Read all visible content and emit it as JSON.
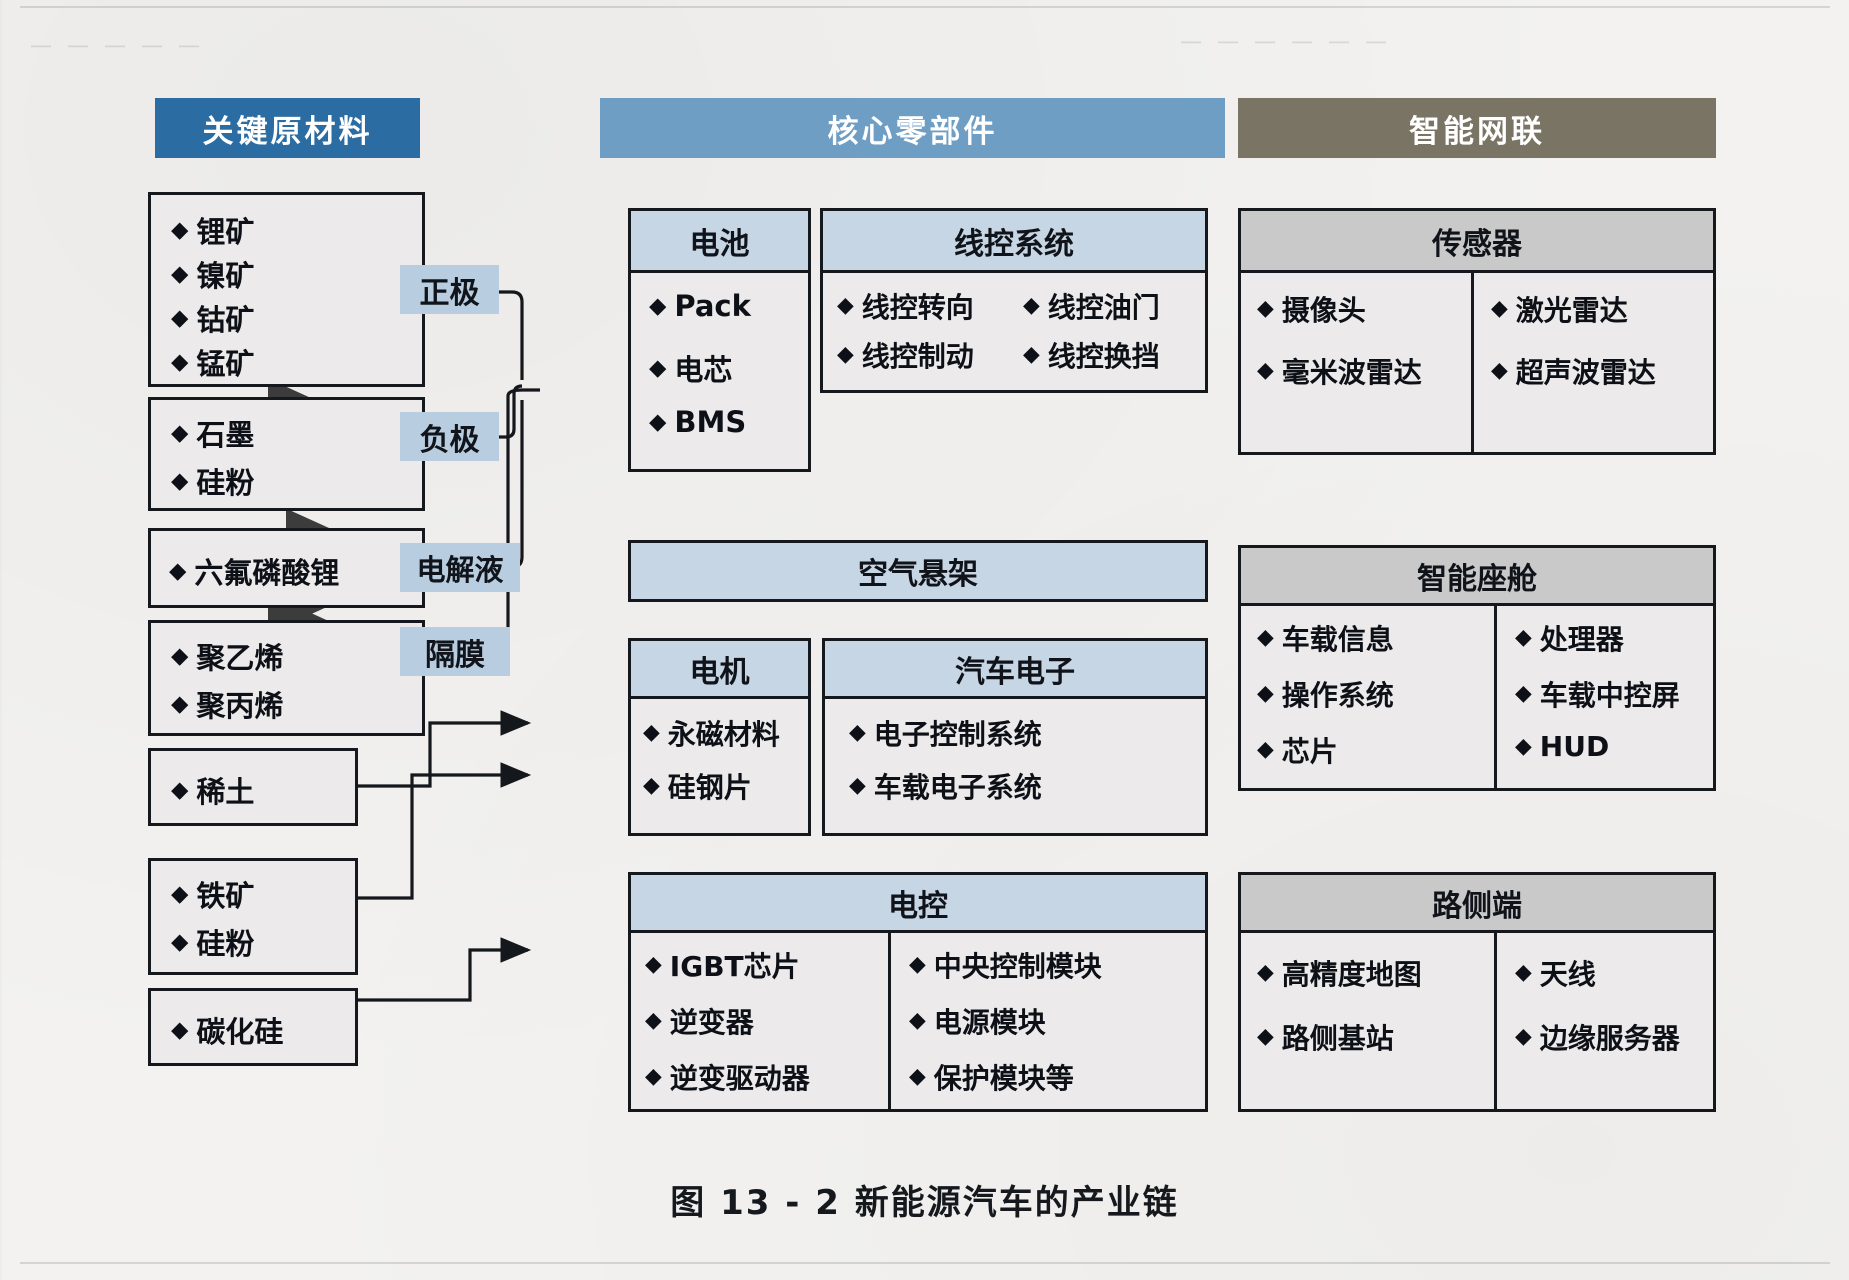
{
  "figure": {
    "caption": "图 13 - 2   新能源汽车的产业链"
  },
  "banners": {
    "raw_materials": {
      "label": "关键原材料",
      "color": "#2b6ca3"
    },
    "core_parts": {
      "label": "核心零部件",
      "color": "#6f9ec4"
    },
    "smart_connect": {
      "label": "智能网联",
      "color": "#7a7464"
    }
  },
  "raw_materials": {
    "groups": [
      {
        "name": "cathode-materials",
        "items": [
          "锂矿",
          "镍矿",
          "钴矿",
          "锰矿"
        ]
      },
      {
        "name": "anode-materials",
        "items": [
          "石墨",
          "硅粉"
        ]
      },
      {
        "name": "electrolyte-materials",
        "items": [
          "六氟磷酸锂"
        ]
      },
      {
        "name": "separator-materials",
        "items": [
          "聚乙烯",
          "聚丙烯"
        ]
      },
      {
        "name": "rare-earth",
        "items": [
          "稀土"
        ]
      },
      {
        "name": "iron-silicon",
        "items": [
          "铁矿",
          "硅粉"
        ]
      },
      {
        "name": "silicon-carbide",
        "items": [
          "碳化硅"
        ]
      }
    ]
  },
  "tags": {
    "cathode": "正极",
    "anode": "负极",
    "electrolyte": "电解液",
    "separator": "隔膜"
  },
  "core_parts": {
    "battery": {
      "title": "电池",
      "items": [
        "Pack",
        "电芯",
        "BMS"
      ]
    },
    "bywire": {
      "title": "线控系统",
      "left": [
        "线控转向",
        "线控制动"
      ],
      "right": [
        "线控油门",
        "线控换挡"
      ]
    },
    "air_suspension": {
      "title": "空气悬架"
    },
    "motor": {
      "title": "电机",
      "items": [
        "永磁材料",
        "硅钢片"
      ]
    },
    "auto_electronics": {
      "title": "汽车电子",
      "items": [
        "电子控制系统",
        "车载电子系统"
      ]
    },
    "econtrol": {
      "title": "电控",
      "left": [
        "IGBT芯片",
        "逆变器",
        "逆变驱动器"
      ],
      "right": [
        "中央控制模块",
        "电源模块",
        "保护模块等"
      ]
    }
  },
  "smart_connect": {
    "sensors": {
      "title": "传感器",
      "left": [
        "摄像头",
        "毫米波雷达"
      ],
      "right": [
        "激光雷达",
        "超声波雷达"
      ]
    },
    "cockpit": {
      "title": "智能座舱",
      "left": [
        "车载信息",
        "操作系统",
        "芯片"
      ],
      "right": [
        "处理器",
        "车载中控屏",
        "HUD"
      ]
    },
    "roadside": {
      "title": "路侧端",
      "left": [
        "高精度地图",
        "路侧基站"
      ],
      "right": [
        "天线",
        "边缘服务器"
      ]
    }
  },
  "colors": {
    "panel_header_blue": "#c7d6e4",
    "panel_header_gray": "#c9c9c9",
    "tag_blue": "#b8cde0",
    "box_fill": "#eceaea",
    "outline": "#15181c"
  }
}
